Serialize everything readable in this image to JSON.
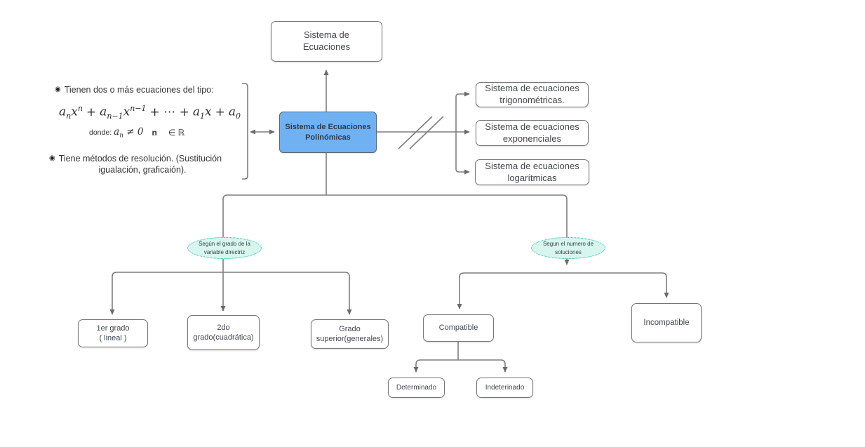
{
  "diagram": {
    "root": {
      "label": "Sistema de\nEcuaciones"
    },
    "poly": {
      "label": "Sistema de Ecuaciones\nPolinómicas"
    },
    "types": {
      "trig": "Sistema de ecuaciones\ntrigonométricas.",
      "exp": "Sistema de ecuaciones\nexponenciales",
      "log": "Sistema de ecuaciones\nlogarítmicas"
    },
    "grade_branch": {
      "label": "Según el grado de la\nvariable directriz",
      "g1": "1er grado\n( lineal )",
      "g2": "2do\ngrado(cuadrática)",
      "g3": "Grado\nsuperior(generales)"
    },
    "solutions_branch": {
      "label": "Segun el numero de\nsoluciones",
      "compatible": "Compatible",
      "incompatible": "Incompatible",
      "determinado": "Determinado",
      "indeterminado": "Indeterinado"
    }
  },
  "notes": {
    "bullet_glyph": "◉",
    "b1": "Tienen dos o más ecuaciones del tipo:",
    "b2_line1": "Tiene métodos de resolución. (Sustitución",
    "b2_line2": "igualación, graficaión).",
    "where_label": "donde:",
    "formula": {
      "a1": "a",
      "a1sub": "n",
      "x1": "x",
      "x1sup": "n",
      "plus1": "+",
      "a2": "a",
      "a2sub": "n−1",
      "x2": "x",
      "x2sup": "n−1",
      "mid": "+ ⋯ +",
      "a3": "a",
      "a3sub": "1",
      "x3": "x",
      "plus2": "+",
      "a4": "a",
      "a4sub": "0"
    },
    "where": {
      "a": "a",
      "asub": "n",
      "neq": "≠ 0",
      "n": "n",
      "inr": "∈ ℝ"
    }
  },
  "colors": {
    "node_border": "#767676",
    "connector": "#7e7e7e",
    "arrowhead": "#6a6a6a",
    "blue_fill": "#6fb1f2",
    "mint_fill": "#d6f6ee",
    "mint_border": "#2ab5a5",
    "text": "#43474d"
  }
}
